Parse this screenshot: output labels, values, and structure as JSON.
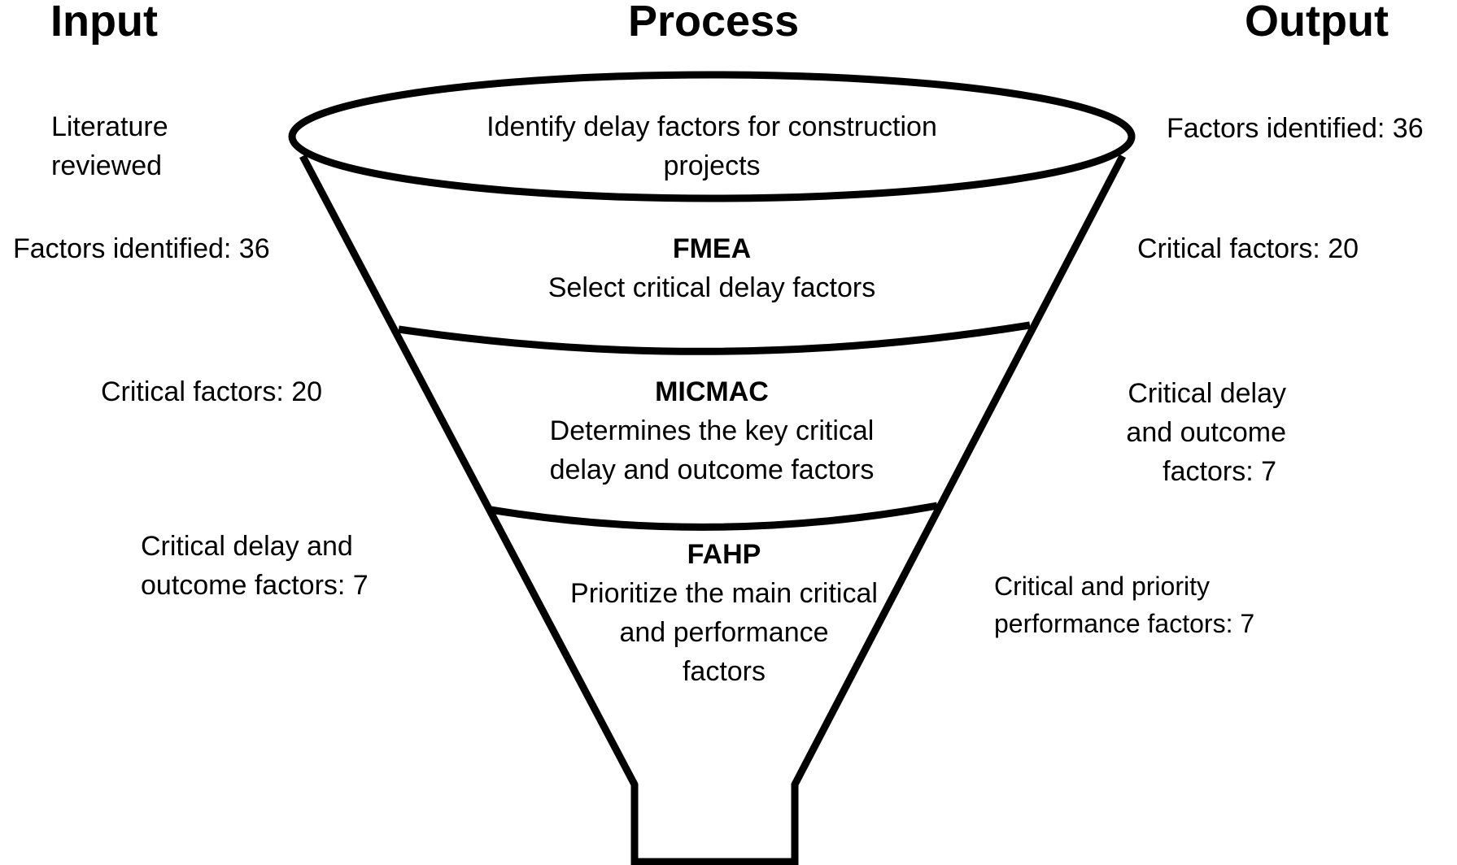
{
  "headers": {
    "input": "Input",
    "process": "Process",
    "output": "Output"
  },
  "stages": [
    {
      "title": "",
      "lines": [
        "Identify delay factors for construction",
        "projects"
      ]
    },
    {
      "title": "FMEA",
      "lines": [
        "Select critical delay factors"
      ]
    },
    {
      "title": "MICMAC",
      "lines": [
        "Determines the key critical",
        "delay and outcome factors"
      ]
    },
    {
      "title": "FAHP",
      "lines": [
        "Prioritize the main critical",
        "and performance",
        "factors"
      ]
    }
  ],
  "inputs": [
    [
      "Literature",
      "reviewed"
    ],
    [
      "Factors identified: 36"
    ],
    [
      "Critical factors: 20"
    ],
    [
      "Critical delay and",
      "outcome factors: 7"
    ]
  ],
  "outputs": [
    [
      "Factors identified: 36"
    ],
    [
      "Critical factors: 20"
    ],
    [
      "Critical delay",
      "and outcome",
      "factors: 7"
    ],
    [
      "Critical and priority",
      "performance factors: 7"
    ]
  ],
  "colors": {
    "stroke": "#000000",
    "background": "#ffffff"
  }
}
